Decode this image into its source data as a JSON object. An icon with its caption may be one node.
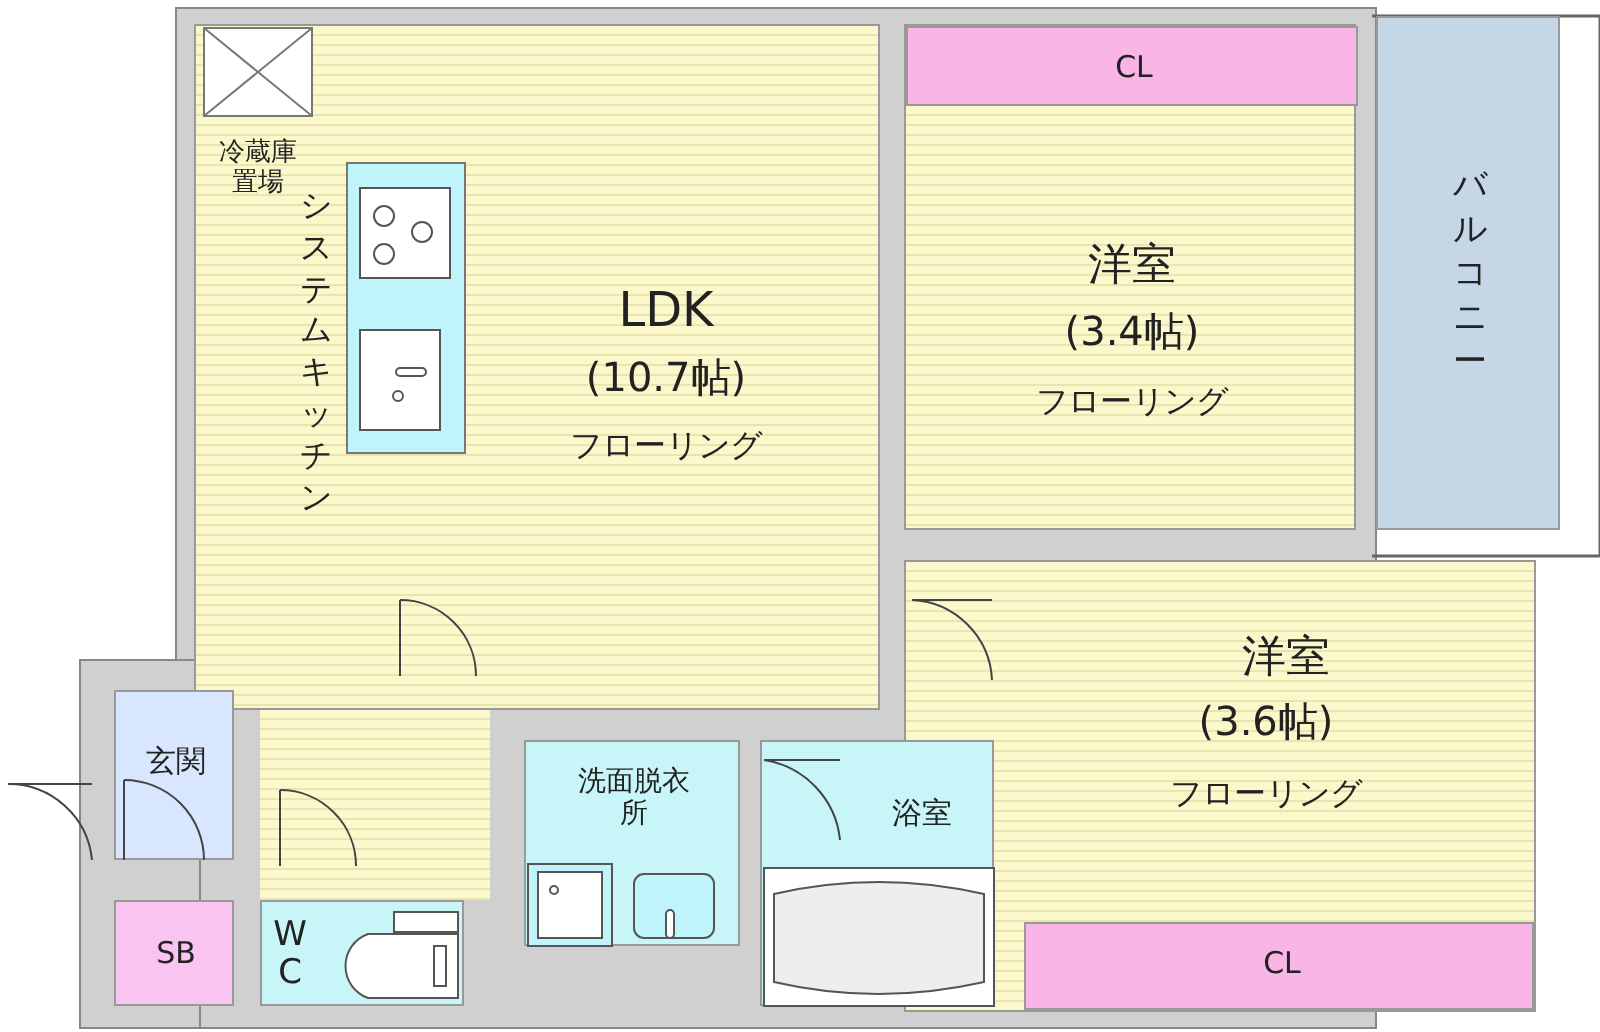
{
  "diagram": {
    "nodes": [
      {
        "text": [
          "LDK",
          "(10.7帖)",
          "フローリング"
        ]
      },
      {
        "text": [
          "冷蔵庫置場"
        ],
        "in": 0
      },
      {
        "text": [
          "システムキッチン"
        ],
        "in": 0
      },
      {
        "text": [
          "洋室",
          "(3.4帖)",
          "フローリング"
        ]
      },
      {
        "text": [
          "CL"
        ],
        "in": 3
      },
      {
        "text": [
          "バルコニー"
        ]
      },
      {
        "text": [
          "洋室",
          "(3.6帖)",
          "フローリング"
        ]
      },
      {
        "text": [
          "CL"
        ],
        "in": 6
      },
      {
        "text": [
          "玄関"
        ]
      },
      {
        "text": [
          "SB"
        ]
      },
      {
        "text": [
          "WC"
        ]
      },
      {
        "text": [
          "洗面脱衣所"
        ]
      },
      {
        "text": [
          "浴室"
        ]
      }
    ]
  }
}
